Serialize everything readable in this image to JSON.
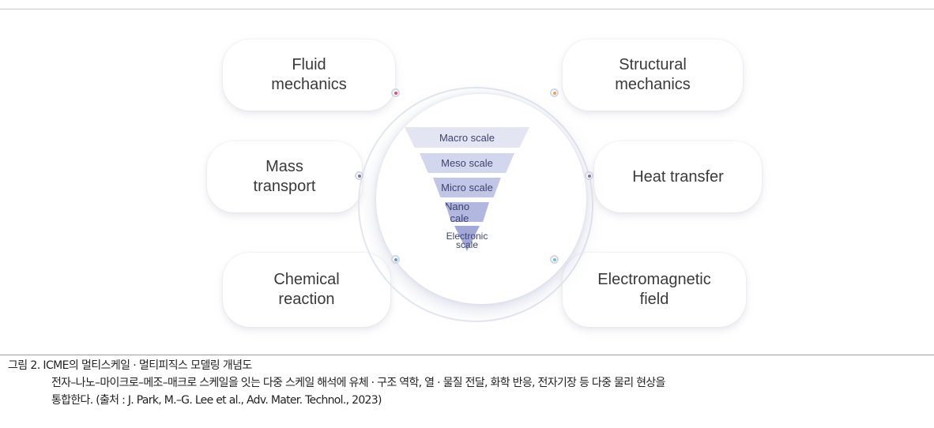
{
  "diagram": {
    "center_tiers": [
      {
        "label": "Macro scale",
        "color": "#e3e5f3"
      },
      {
        "label": "Meso scale",
        "color": "#d3d7ee"
      },
      {
        "label": "Micro scale",
        "color": "#c1c6e6"
      },
      {
        "label": "Nano scale",
        "color": "#b1b7df"
      },
      {
        "label": "Electronic\nscale",
        "color": "#a2a9d8"
      }
    ],
    "physics": [
      {
        "label": "Fluid\nmechanics",
        "dot_color": "#d64f7f"
      },
      {
        "label": "Structural\nmechanics",
        "dot_color": "#f0a04a"
      },
      {
        "label": "Mass\ntransport",
        "dot_color": "#7a6fb0"
      },
      {
        "label": "Heat transfer",
        "dot_color": "#7a6fb0"
      },
      {
        "label": "Chemical\nreaction",
        "dot_color": "#5a9ad8"
      },
      {
        "label": "Electromagnetic\nfield",
        "dot_color": "#5fc4d6"
      }
    ]
  },
  "caption": {
    "title": "그림 2. ICME의 멀티스케일 · 멀티피직스 모델링 개념도",
    "line1": "전자–나노–마이크로–메조–매크로 스케일을 잇는 다중 스케일 해석에 유체 · 구조 역학, 열 · 물질 전달, 화학 반응, 전자기장 등 다중 물리 현상을",
    "line2": "통합한다. (출처 : J. Park, M.–G. Lee et al., Adv. Mater. Technol., 2023)"
  }
}
